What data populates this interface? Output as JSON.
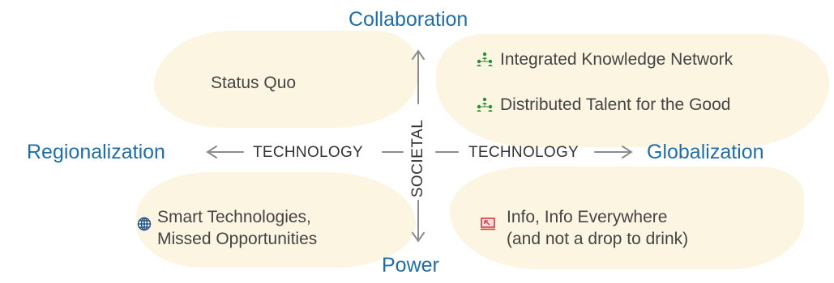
{
  "axes": {
    "top": "Collaboration",
    "bottom": "Power",
    "left": "Regionalization",
    "right": "Globalization"
  },
  "center": {
    "vertical_label": "SOCIETAL",
    "horizontal_left_label": "TECHNOLOGY",
    "horizontal_right_label": "TECHNOLOGY"
  },
  "quadrants": {
    "top_left": {
      "lines": [
        "Status Quo"
      ]
    },
    "top_right": {
      "items": [
        {
          "text": "Integrated Knowledge Network",
          "icon": "people-network-icon"
        },
        {
          "text": "Distributed Talent for the Good",
          "icon": "people-network-icon"
        }
      ]
    },
    "bottom_left": {
      "icon": "globe-icon",
      "lines": [
        "Smart Technologies,",
        "Missed Opportunities"
      ]
    },
    "bottom_right": {
      "icon": "screen-icon",
      "lines": [
        "Info, Info Everywhere",
        "(and not a drop to drink)"
      ]
    }
  },
  "colors": {
    "axis_label": "#1f6ea8",
    "blob_fill": "#fbf5e2",
    "arrow": "#8c8c8c",
    "people_icon": "#2e8b3a",
    "globe_icon": "#1f4f8a",
    "screen_icon": "#c8323c"
  }
}
